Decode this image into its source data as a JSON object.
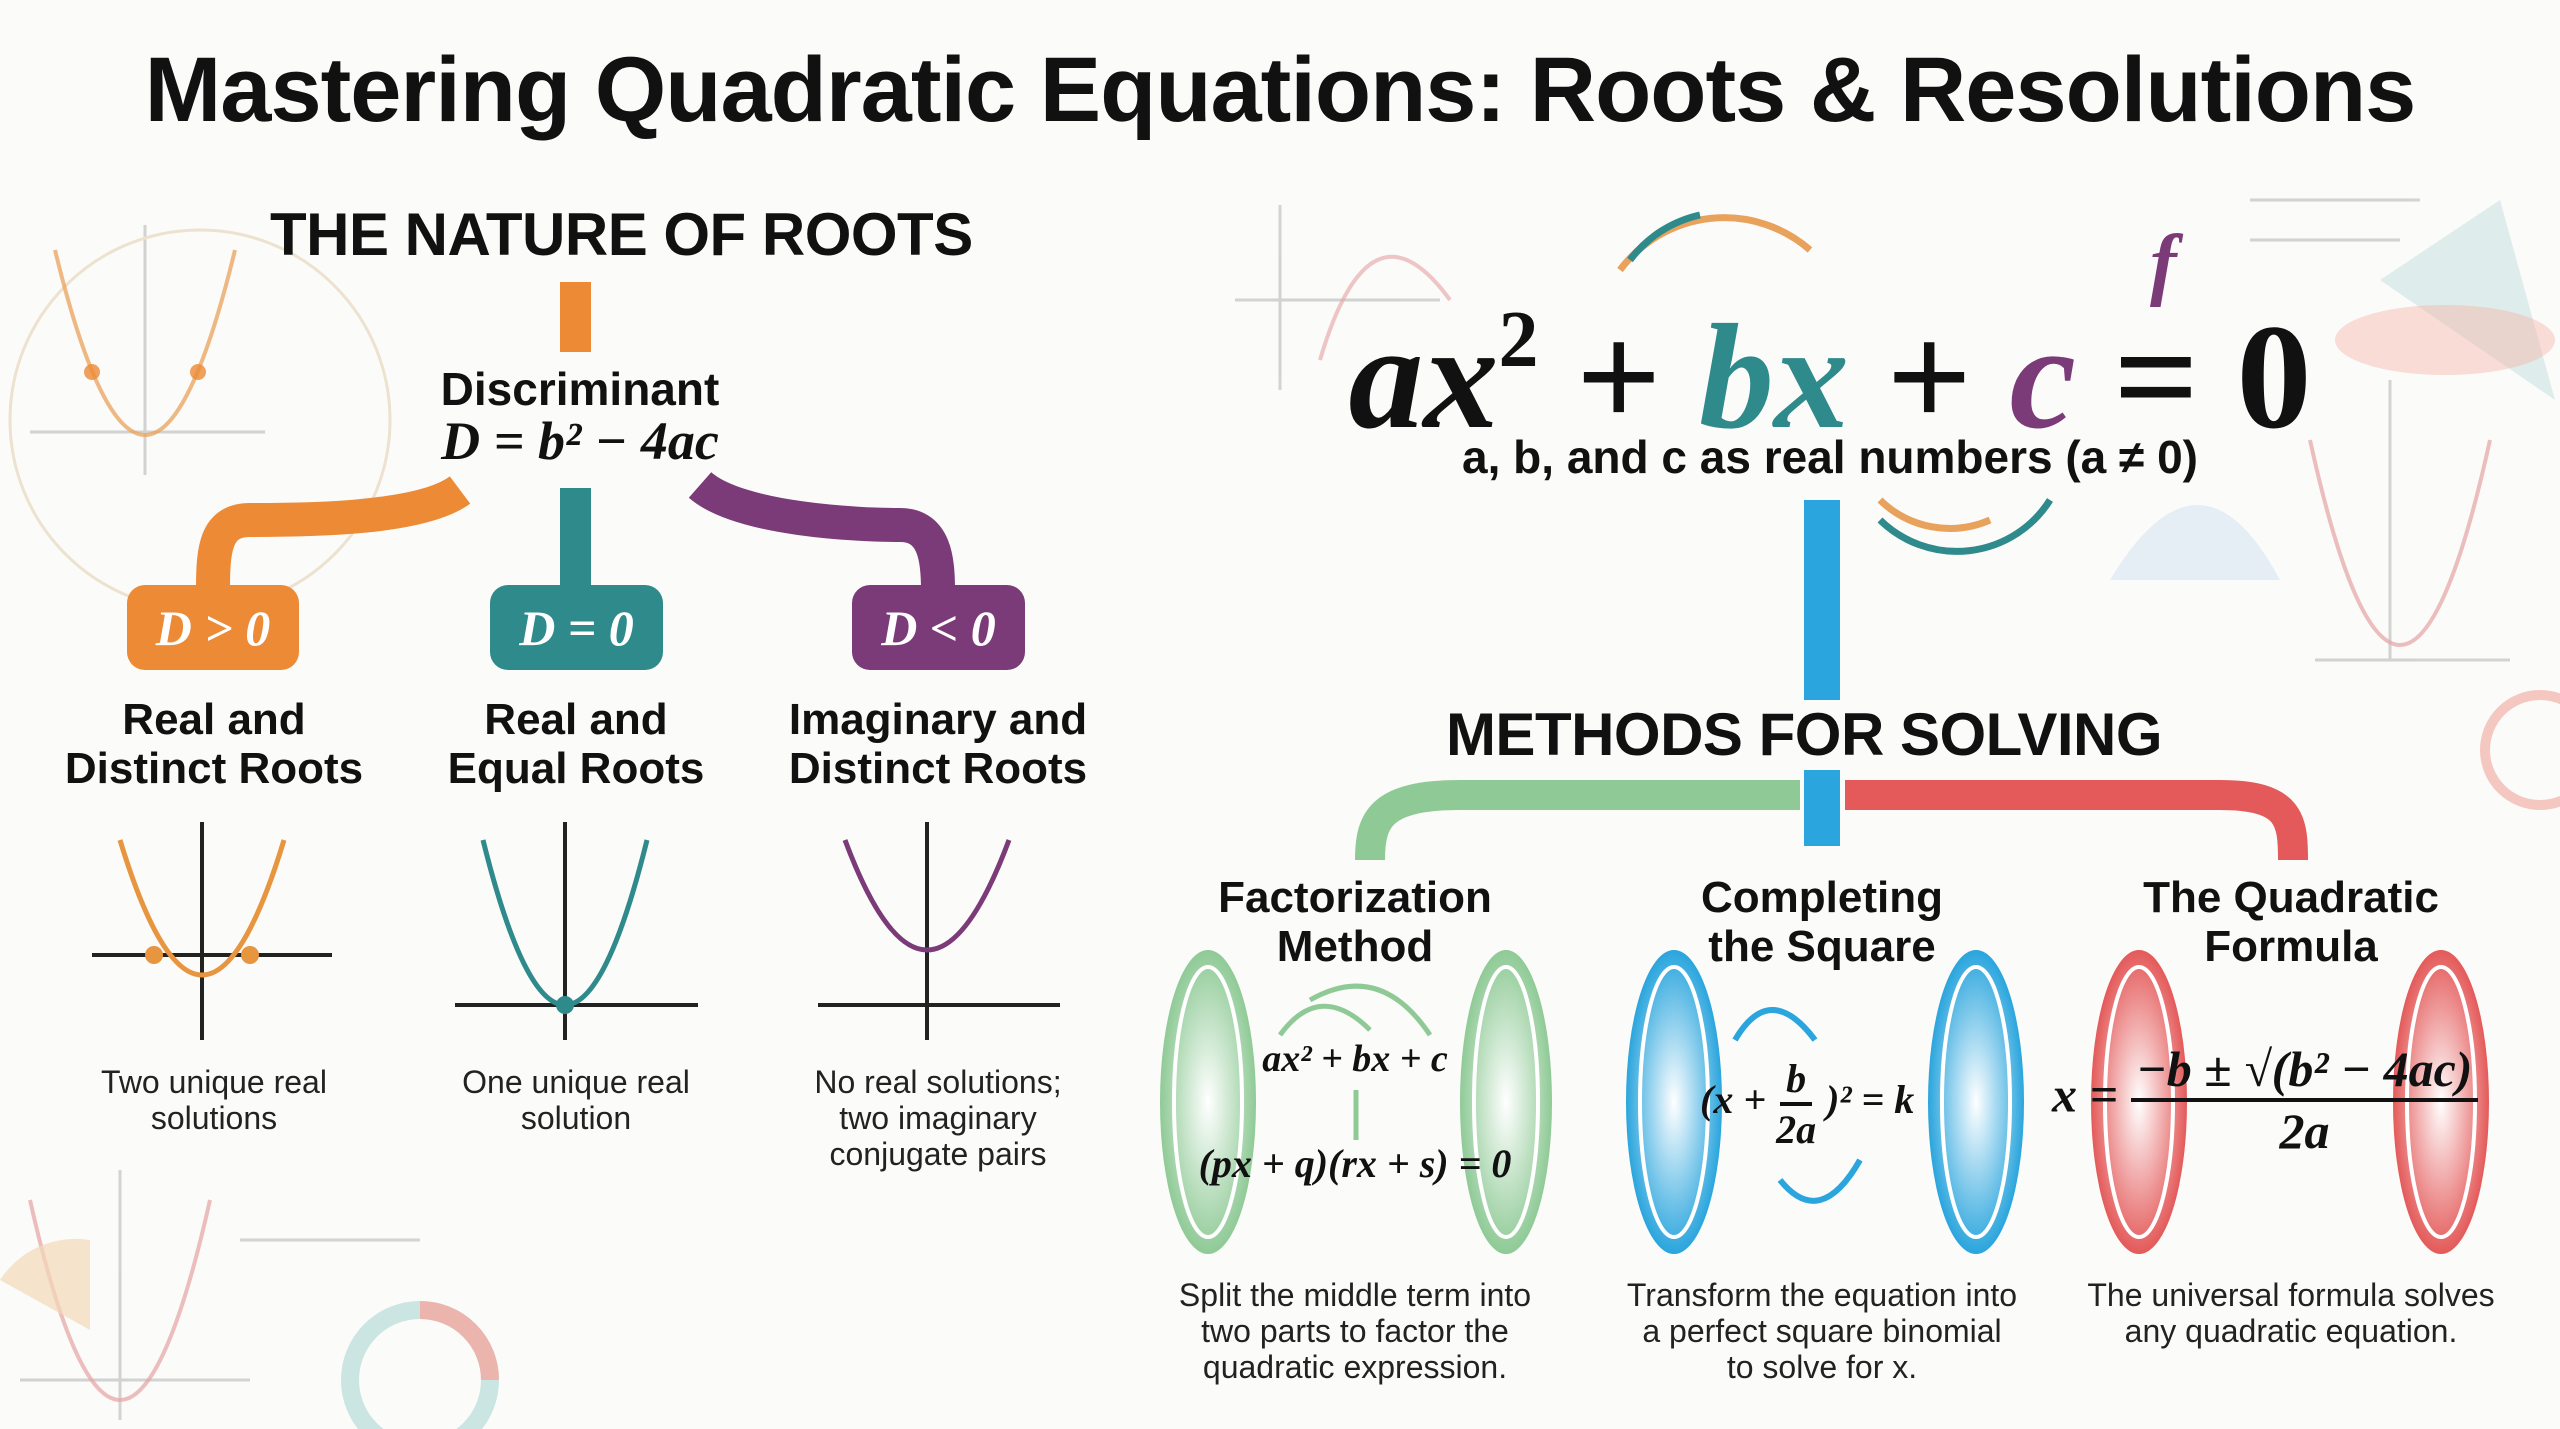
{
  "title": "Mastering Quadratic Equations: Roots & Resolutions",
  "nature": {
    "heading": "THE NATURE OF ROOTS",
    "discriminant_label": "Discriminant",
    "discriminant_formula": "D = b² − 4ac",
    "cases": [
      {
        "condition": "D > 0",
        "title_line1": "Real and",
        "title_line2": "Distinct Roots",
        "caption": [
          "Two unique real",
          "solutions"
        ],
        "color": "#ec8a35"
      },
      {
        "condition": "D = 0",
        "title_line1": "Real and",
        "title_line2": "Equal Roots",
        "caption": [
          "One unique real",
          "solution"
        ],
        "color": "#2f8a8c"
      },
      {
        "condition": "D < 0",
        "title_line1": "Imaginary and",
        "title_line2": "Distinct Roots",
        "caption": [
          "No real solutions;",
          "two imaginary",
          "conjugate pairs"
        ],
        "color": "#7b3b78"
      }
    ]
  },
  "equation": {
    "a": "ax",
    "exp": "2",
    "plus1": "+",
    "b": "bx",
    "plus2": "+",
    "c": "c",
    "eq": "=",
    "zero": "0",
    "subtitle": "a, b, and c as real numbers (a ≠ 0)",
    "colors": {
      "b": "#2f8a8c",
      "c": "#7b3b78"
    }
  },
  "methods": {
    "heading": "METHODS FOR SOLVING",
    "items": [
      {
        "title_line1": "Factorization",
        "title_line2": "Method",
        "formula_top": "ax² + bx + c",
        "formula_bottom": "(px + q)(rx + s) = 0",
        "description": [
          "Split the middle term into",
          "two parts to factor the",
          "quadratic expression."
        ],
        "color": "#8fca96"
      },
      {
        "title_line1": "Completing",
        "title_line2": "the Square",
        "formula_lhs_open": "(x +",
        "formula_num": "b",
        "formula_den": "2a",
        "formula_close": ")²",
        "formula_rhs": "= k",
        "description": [
          "Transform the equation into",
          "a perfect square binomial",
          "to solve for x."
        ],
        "color": "#2fa0d8"
      },
      {
        "title_line1": "The Quadratic",
        "title_line2": "Formula",
        "formula_lhs": "x =",
        "formula_num": "−b ± √(b² − 4ac)",
        "formula_den": "2a",
        "description": [
          "The universal formula solves",
          "any quadratic equation."
        ],
        "color": "#e45a5a"
      }
    ]
  },
  "accent_colors": {
    "stem_blue": "#2aa5dd",
    "arc_green": "#8fca96",
    "arc_red": "#e45a5a"
  }
}
